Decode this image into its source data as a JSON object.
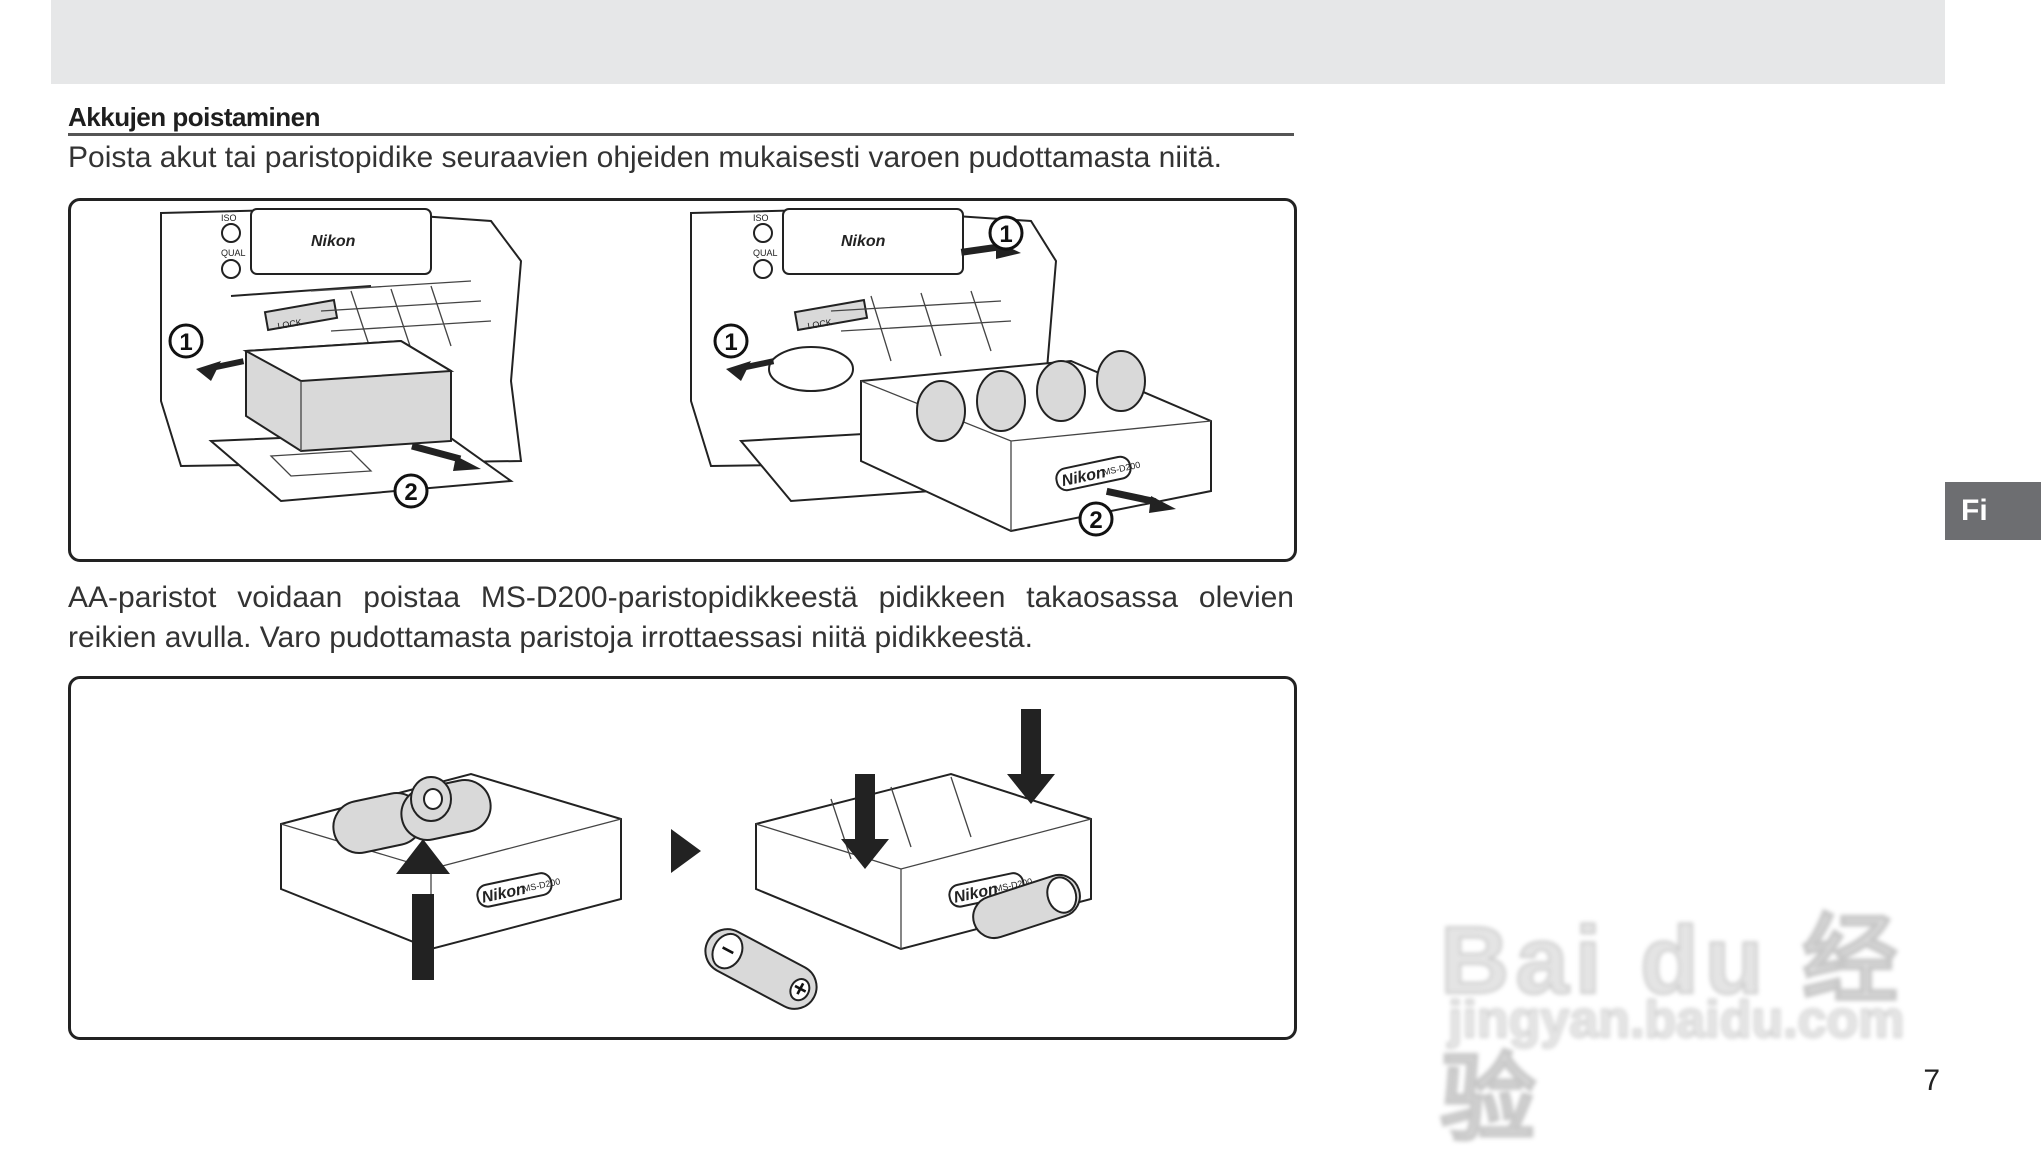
{
  "section_heading": "Akkujen poistaminen",
  "intro_text": "Poista akut tai paristopidike seuraavien ohjeiden mukaisesti varoen pudottamasta niitä.",
  "body_text": "AA-paristot voidaan poistaa MS-D200-paristopidikkeestä pidikkeen takaosassa olevien reikien avulla. Varo pudottamasta paristoja irrottaessasi niitä pidikkeestä.",
  "language_tab": "Fi",
  "page_number": "7",
  "figure1": {
    "left": {
      "brand": "Nikon",
      "lock_label": "LOCK",
      "iso_label": "ISO",
      "qual_label": "QUAL",
      "step1": "1",
      "step2": "2"
    },
    "right": {
      "brand": "Nikon",
      "lock_label": "LOCK",
      "iso_label": "ISO",
      "qual_label": "QUAL",
      "step1": "1",
      "step2": "2",
      "holder_brand": "Nikon",
      "holder_model": "MS-D200"
    }
  },
  "figure2": {
    "left": {
      "holder_brand": "Nikon",
      "holder_model": "MS-D200"
    },
    "right": {
      "holder_brand": "Nikon",
      "holder_model": "MS-D200",
      "battery_plus": "+",
      "battery_minus": "−"
    }
  },
  "watermark": {
    "logo_text": "Bai du 经验",
    "url_text": "jingyan.baidu.com"
  }
}
